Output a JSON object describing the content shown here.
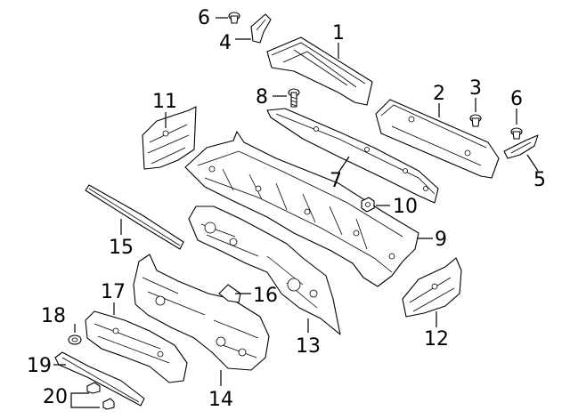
{
  "callouts": [
    {
      "id": "1",
      "text": "1"
    },
    {
      "id": "2",
      "text": "2"
    },
    {
      "id": "3",
      "text": "3"
    },
    {
      "id": "4",
      "text": "4"
    },
    {
      "id": "5",
      "text": "5"
    },
    {
      "id": "6a",
      "text": "6"
    },
    {
      "id": "6b",
      "text": "6"
    },
    {
      "id": "7",
      "text": "7"
    },
    {
      "id": "8",
      "text": "8"
    },
    {
      "id": "9",
      "text": "9"
    },
    {
      "id": "10",
      "text": "10"
    },
    {
      "id": "11",
      "text": "11"
    },
    {
      "id": "12",
      "text": "12"
    },
    {
      "id": "13",
      "text": "13"
    },
    {
      "id": "14",
      "text": "14"
    },
    {
      "id": "15",
      "text": "15"
    },
    {
      "id": "16",
      "text": "16"
    },
    {
      "id": "17",
      "text": "17"
    },
    {
      "id": "18",
      "text": "18"
    },
    {
      "id": "19",
      "text": "19"
    },
    {
      "id": "20",
      "text": "20"
    }
  ]
}
